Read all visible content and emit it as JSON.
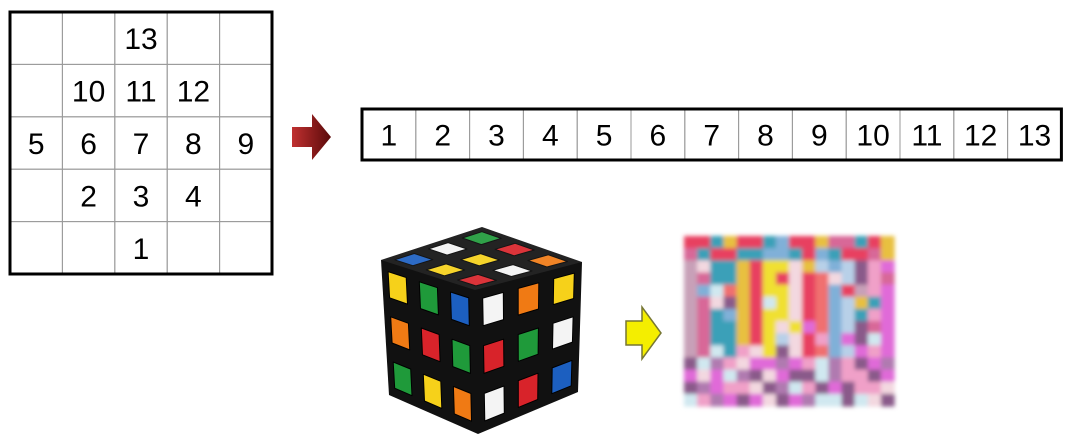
{
  "grid": {
    "rows": [
      [
        "",
        "",
        "13",
        "",
        ""
      ],
      [
        "",
        "10",
        "11",
        "12",
        ""
      ],
      [
        "5",
        "6",
        "7",
        "8",
        "9"
      ],
      [
        "",
        "2",
        "3",
        "4",
        ""
      ],
      [
        "",
        "",
        "1",
        "",
        ""
      ]
    ]
  },
  "sequence": {
    "cells": [
      "1",
      "2",
      "3",
      "4",
      "5",
      "6",
      "7",
      "8",
      "9",
      "10",
      "11",
      "12",
      "13"
    ]
  },
  "colors": {
    "arrow_dark_red": "#8b1a1a",
    "arrow_yellow": "#f4ee00",
    "cube_red": "#d8232a",
    "cube_green": "#1f9a3a",
    "cube_blue": "#1c5fc0",
    "cube_yellow": "#f6d11a",
    "cube_orange": "#f07a14",
    "cube_white": "#f4f4f4"
  },
  "cube": {
    "top": [
      [
        "green",
        "red",
        "orange"
      ],
      [
        "white",
        "yellow",
        "white"
      ],
      [
        "blue",
        "yellow",
        "red"
      ]
    ],
    "left": [
      [
        "yellow",
        "green",
        "blue"
      ],
      [
        "orange",
        "red",
        "green"
      ],
      [
        "green",
        "yellow",
        "orange"
      ]
    ],
    "right": [
      [
        "white",
        "orange",
        "yellow"
      ],
      [
        "red",
        "green",
        "white"
      ],
      [
        "white",
        "red",
        "blue"
      ]
    ]
  },
  "mosaic": {
    "palette": [
      "#c8a0b8",
      "#d86898",
      "#3aa0b8",
      "#e8c040",
      "#e84060",
      "#f0e030",
      "#f3d8e0",
      "#b8d0e8",
      "#8a5a8a",
      "#f0a0c8",
      "#e06ad8",
      "#f07070",
      "#80b0d8",
      "#d0e8f0",
      "#b07ab0"
    ],
    "columns": 16,
    "rows": 14
  }
}
